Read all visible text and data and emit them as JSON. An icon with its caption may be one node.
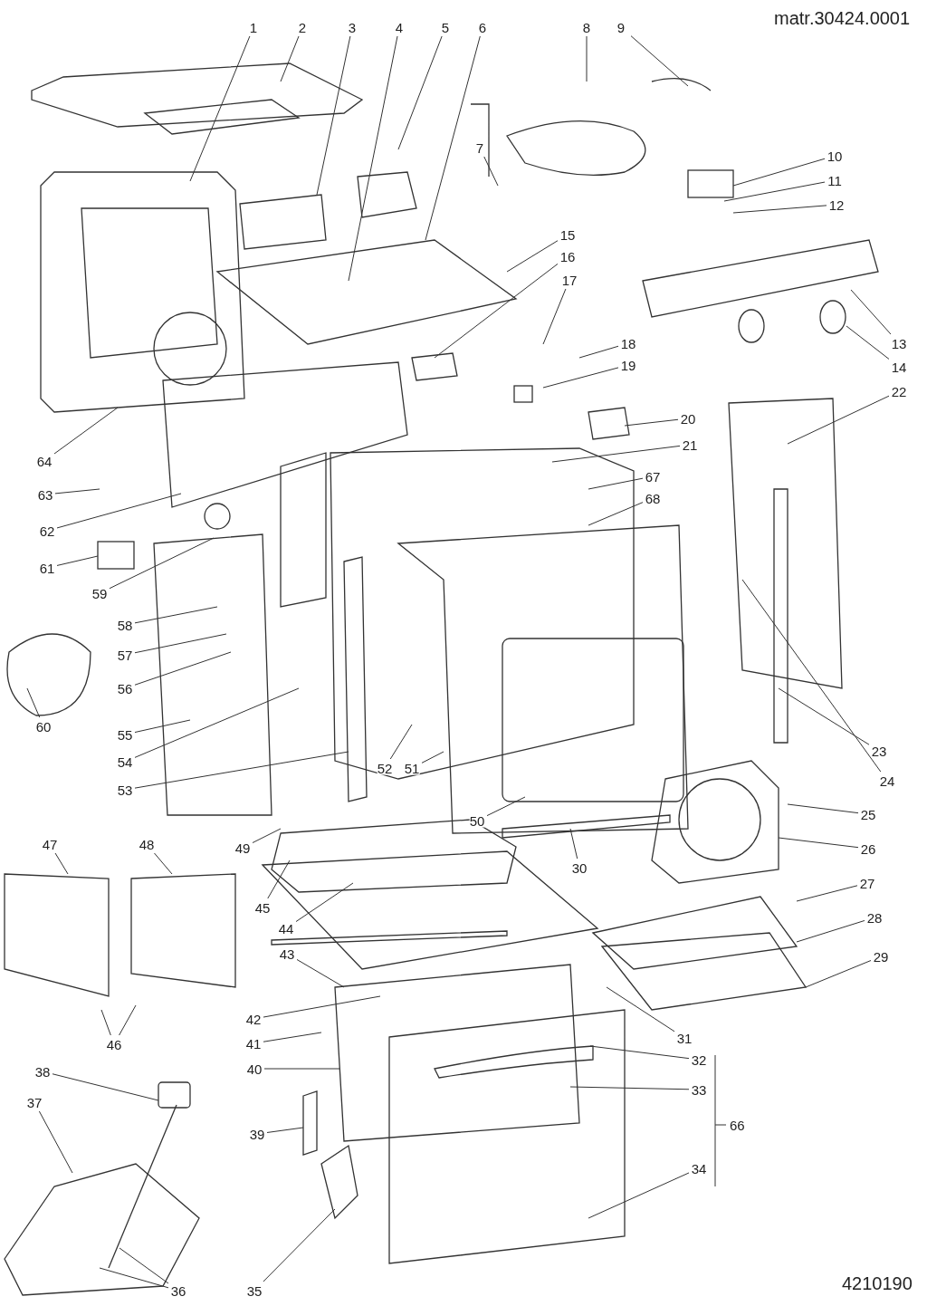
{
  "diagram": {
    "nodes": [
      {
        "text": [
          "1"
        ]
      },
      {
        "text": [
          "2"
        ]
      },
      {
        "text": [
          "3"
        ]
      },
      {
        "text": [
          "4"
        ]
      },
      {
        "text": [
          "5"
        ]
      },
      {
        "text": [
          "6"
        ]
      },
      {
        "text": [
          "7"
        ]
      },
      {
        "text": [
          "8"
        ]
      },
      {
        "text": [
          "9"
        ]
      },
      {
        "text": [
          "10"
        ]
      },
      {
        "text": [
          "11"
        ]
      },
      {
        "text": [
          "12"
        ]
      },
      {
        "text": [
          "13"
        ]
      },
      {
        "text": [
          "14"
        ]
      },
      {
        "text": [
          "15"
        ]
      },
      {
        "text": [
          "16"
        ]
      },
      {
        "text": [
          "17"
        ]
      },
      {
        "text": [
          "18"
        ]
      },
      {
        "text": [
          "19"
        ]
      },
      {
        "text": [
          "20"
        ]
      },
      {
        "text": [
          "21"
        ]
      },
      {
        "text": [
          "22"
        ]
      },
      {
        "text": [
          "23"
        ]
      },
      {
        "text": [
          "24"
        ]
      },
      {
        "text": [
          "25"
        ]
      },
      {
        "text": [
          "26"
        ]
      },
      {
        "text": [
          "27"
        ]
      },
      {
        "text": [
          "28"
        ]
      },
      {
        "text": [
          "29"
        ]
      },
      {
        "text": [
          "30"
        ]
      },
      {
        "text": [
          "31"
        ]
      },
      {
        "text": [
          "32"
        ]
      },
      {
        "text": [
          "33"
        ]
      },
      {
        "text": [
          "34"
        ]
      },
      {
        "text": [
          "35"
        ]
      },
      {
        "text": [
          "36"
        ]
      },
      {
        "text": [
          "37"
        ]
      },
      {
        "text": [
          "38"
        ]
      },
      {
        "text": [
          "39"
        ]
      },
      {
        "text": [
          "40"
        ]
      },
      {
        "text": [
          "41"
        ]
      },
      {
        "text": [
          "42"
        ]
      },
      {
        "text": [
          "43"
        ]
      },
      {
        "text": [
          "44"
        ]
      },
      {
        "text": [
          "45"
        ]
      },
      {
        "text": [
          "46"
        ]
      },
      {
        "text": [
          "47"
        ]
      },
      {
        "text": [
          "48"
        ]
      },
      {
        "text": [
          "49"
        ]
      },
      {
        "text": [
          "50"
        ]
      },
      {
        "text": [
          "51"
        ]
      },
      {
        "text": [
          "52"
        ]
      },
      {
        "text": [
          "53"
        ]
      },
      {
        "text": [
          "54"
        ]
      },
      {
        "text": [
          "55"
        ]
      },
      {
        "text": [
          "56"
        ]
      },
      {
        "text": [
          "57"
        ]
      },
      {
        "text": [
          "58"
        ]
      },
      {
        "text": [
          "59"
        ]
      },
      {
        "text": [
          "60"
        ]
      },
      {
        "text": [
          "61"
        ]
      },
      {
        "text": [
          "62"
        ]
      },
      {
        "text": [
          "63"
        ]
      },
      {
        "text": [
          "64"
        ]
      },
      {
        "text": [
          "67"
        ]
      },
      {
        "text": [
          "68"
        ]
      }
    ],
    "edges": [
      {
        "from": 0,
        "to": null,
        "arrow": "none"
      },
      {
        "from": 1,
        "to": null,
        "arrow": "none"
      },
      {
        "from": 2,
        "to": null,
        "arrow": "none"
      },
      {
        "from": 3,
        "to": null,
        "arrow": "none"
      },
      {
        "from": 4,
        "to": null,
        "arrow": "none"
      },
      {
        "from": 5,
        "to": null,
        "arrow": "none"
      },
      {
        "from": 6,
        "to": null,
        "arrow": "none"
      },
      {
        "from": 7,
        "to": null,
        "arrow": "none"
      },
      {
        "from": 8,
        "to": null,
        "arrow": "none"
      },
      {
        "from": 9,
        "to": null,
        "arrow": "none"
      },
      {
        "from": 10,
        "to": null,
        "arrow": "none"
      },
      {
        "from": 11,
        "to": null,
        "arrow": "none"
      },
      {
        "from": 12,
        "to": null,
        "arrow": "none"
      },
      {
        "from": 13,
        "to": null,
        "arrow": "none"
      },
      {
        "from": 14,
        "to": null,
        "arrow": "none"
      },
      {
        "from": 15,
        "to": null,
        "arrow": "none"
      },
      {
        "from": 16,
        "to": null,
        "arrow": "none"
      },
      {
        "from": 17,
        "to": null,
        "arrow": "none"
      },
      {
        "from": 18,
        "to": null,
        "arrow": "none"
      },
      {
        "from": 19,
        "to": null,
        "arrow": "none"
      },
      {
        "from": 20,
        "to": null,
        "arrow": "none"
      },
      {
        "from": 21,
        "to": null,
        "arrow": "none"
      },
      {
        "from": 22,
        "to": null,
        "arrow": "none"
      },
      {
        "from": 23,
        "to": null,
        "arrow": "none"
      },
      {
        "from": 24,
        "to": null,
        "arrow": "none"
      },
      {
        "from": 25,
        "to": null,
        "arrow": "none"
      },
      {
        "from": 26,
        "to": null,
        "arrow": "none"
      },
      {
        "from": 27,
        "to": null,
        "arrow": "none"
      },
      {
        "from": 28,
        "to": null,
        "arrow": "none"
      },
      {
        "from": 29,
        "to": null,
        "arrow": "none"
      },
      {
        "from": 30,
        "to": null,
        "arrow": "none"
      },
      {
        "from": 31,
        "to": null,
        "arrow": "none"
      },
      {
        "from": 32,
        "to": null,
        "arrow": "none"
      },
      {
        "from": 33,
        "to": null,
        "arrow": "none"
      },
      {
        "from": 34,
        "to": null,
        "arrow": "none"
      },
      {
        "from": 35,
        "to": null,
        "arrow": "none"
      },
      {
        "from": 35,
        "to": null,
        "arrow": "none"
      },
      {
        "from": 36,
        "to": null,
        "arrow": "none"
      },
      {
        "from": 37,
        "to": null,
        "arrow": "none"
      },
      {
        "from": 38,
        "to": null,
        "arrow": "none"
      },
      {
        "from": 39,
        "to": null,
        "arrow": "none"
      },
      {
        "from": 40,
        "to": null,
        "arrow": "none"
      },
      {
        "from": 41,
        "to": null,
        "arrow": "none"
      },
      {
        "from": 42,
        "to": null,
        "arrow": "none"
      },
      {
        "from": 43,
        "to": null,
        "arrow": "none"
      },
      {
        "from": 44,
        "to": null,
        "arrow": "none"
      },
      {
        "from": 45,
        "to": null,
        "arrow": "none"
      },
      {
        "from": 45,
        "to": null,
        "arrow": "none"
      },
      {
        "from": 46,
        "to": null,
        "arrow": "none"
      },
      {
        "from": 47,
        "to": null,
        "arrow": "none"
      },
      {
        "from": 48,
        "to": null,
        "arrow": "none"
      },
      {
        "from": 49,
        "to": null,
        "arrow": "none"
      },
      {
        "from": 50,
        "to": null,
        "arrow": "none"
      },
      {
        "from": 51,
        "to": null,
        "arrow": "none"
      },
      {
        "from": 52,
        "to": null,
        "arrow": "none"
      },
      {
        "from": 53,
        "to": null,
        "arrow": "none"
      },
      {
        "from": 54,
        "to": null,
        "arrow": "none"
      },
      {
        "from": 55,
        "to": null,
        "arrow": "none"
      },
      {
        "from": 56,
        "to": null,
        "arrow": "none"
      },
      {
        "from": 57,
        "to": null,
        "arrow": "none"
      },
      {
        "from": 58,
        "to": null,
        "arrow": "none"
      },
      {
        "from": 59,
        "to": null,
        "arrow": "none"
      },
      {
        "from": 60,
        "to": null,
        "arrow": "none"
      },
      {
        "from": 61,
        "to": null,
        "arrow": "none"
      },
      {
        "from": 62,
        "to": null,
        "arrow": "none"
      },
      {
        "from": 63,
        "to": null,
        "arrow": "none"
      },
      {
        "from": 64,
        "to": null,
        "arrow": "none"
      },
      {
        "from": 65,
        "to": null,
        "arrow": "none"
      }
    ],
    "labels": [
      "matr.30424.0001",
      "66",
      "4210190"
    ]
  }
}
